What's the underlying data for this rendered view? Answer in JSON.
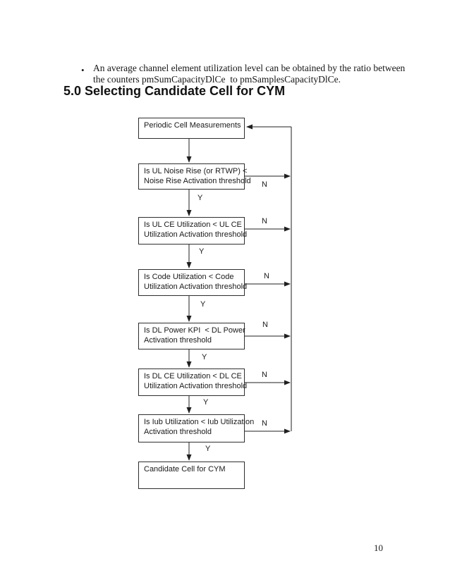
{
  "document": {
    "bullet": {
      "marker": "•",
      "lines": [
        "An average channel element utilization level can be obtained by the ratio between",
        "the counters pmSumCapacityDlCe  to pmSamplesCapacityDlCe."
      ]
    },
    "heading": "5.0 Selecting Candidate Cell for CYM",
    "page_number": "10"
  },
  "flowchart": {
    "yes_label": "Y",
    "no_label": "N",
    "boxes": [
      {
        "name": "periodic-cell-measurements",
        "lines": [
          "Periodic Cell Measurements"
        ]
      },
      {
        "name": "ul-noise-rise-check",
        "lines": [
          "Is UL Noise Rise (or RTWP) <",
          "Noise Rise Activation threshold"
        ]
      },
      {
        "name": "ul-ce-utilization-check",
        "lines": [
          "Is UL CE Utilization < UL CE",
          "Utilization Activation threshold"
        ]
      },
      {
        "name": "code-utilization-check",
        "lines": [
          "Is Code Utilization < Code",
          "Utilization Activation threshold"
        ]
      },
      {
        "name": "dl-power-kpi-check",
        "lines": [
          "Is DL Power KPI  < DL Power",
          "Activation threshold"
        ]
      },
      {
        "name": "dl-ce-utilization-check",
        "lines": [
          "Is DL CE Utilization < DL CE",
          "Utilization Activation threshold"
        ]
      },
      {
        "name": "iub-utilization-check",
        "lines": [
          "Is Iub Utilization < Iub Utilization",
          "Activation threshold"
        ]
      },
      {
        "name": "candidate-cell-for-cym",
        "lines": [
          "Candidate Cell for CYM"
        ]
      }
    ]
  },
  "colors": {
    "line": "#1f1f1f",
    "text": "#1a1a1a",
    "background": "#ffffff"
  }
}
